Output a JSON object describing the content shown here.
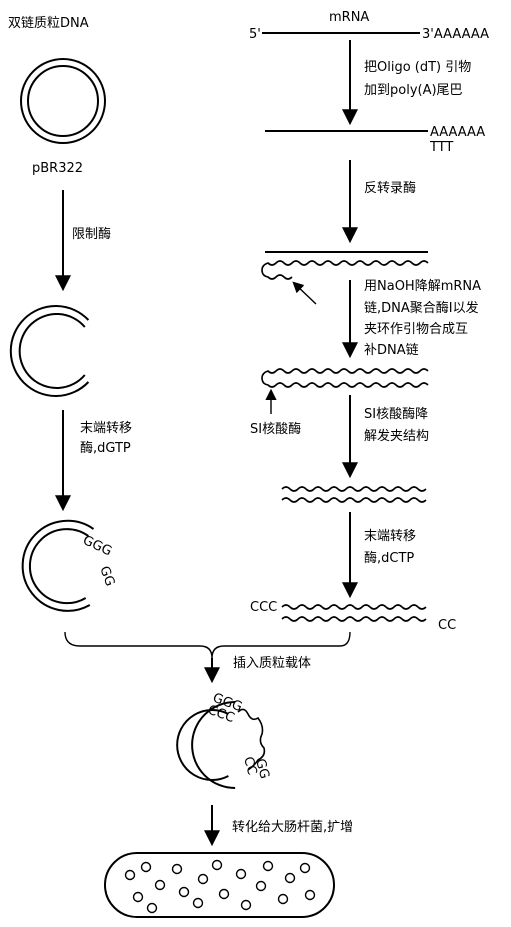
{
  "left": {
    "title": "双链质粒DNA",
    "plasmid": "pBR322",
    "step1": "限制酶",
    "step2": [
      "末端转移",
      "酶,dGTP"
    ],
    "ggg": "GGG",
    "gg": "GG"
  },
  "right": {
    "mrna": "mRNA",
    "five": "5'",
    "three_a": "3'AAAAAA",
    "step1": [
      "把Oligo (dT) 引物",
      "加到poly(A)尾巴"
    ],
    "aaaaaa": "AAAAAA",
    "ttt": "TTT",
    "step2": "反转录酶",
    "step3": [
      "用NaOH降解mRNA",
      "链,DNA聚合酶I以发",
      "夹环作引物合成互",
      "补DNA链"
    ],
    "s1_label": "SI核酸酶",
    "step4": [
      "SI核酸酶降",
      "解发夹结构"
    ],
    "step5": [
      "末端转移",
      "酶,dCTP"
    ],
    "ccc": "CCC",
    "cc": "CC"
  },
  "bottom": {
    "insert": "插入质粒载体",
    "ggg": "GGG",
    "ccc": "CCC",
    "cc": "CC",
    "gg": "GG",
    "transform": "转化给大肠杆菌,扩增"
  }
}
